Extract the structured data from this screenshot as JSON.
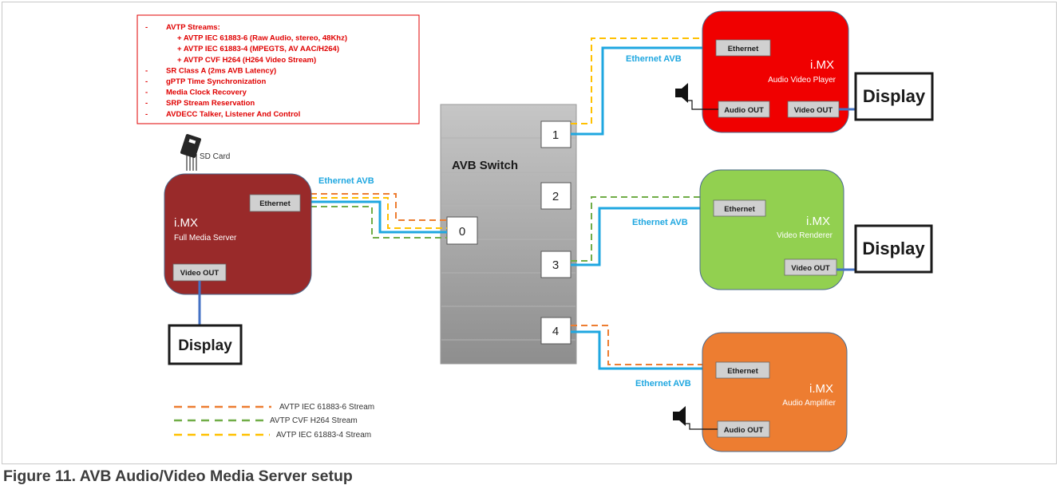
{
  "caption": "Figure 11.  AVB Audio/Video Media Server setup",
  "info_box": {
    "lines": [
      {
        "bullet": "-",
        "text": "AVTP Streams:",
        "indent": false
      },
      {
        "bullet": "",
        "text": "+ AVTP IEC 61883-6 (Raw Audio, stereo, 48Khz)",
        "indent": true
      },
      {
        "bullet": "",
        "text": "+ AVTP IEC 61883-4 (MPEGTS, AV AAC/H264)",
        "indent": true
      },
      {
        "bullet": "",
        "text": "+ AVTP CVF H264 (H264 Video Stream)",
        "indent": true
      },
      {
        "bullet": "-",
        "text": "SR Class A (2ms AVB Latency)",
        "indent": false
      },
      {
        "bullet": "-",
        "text": "gPTP Time Synchronization",
        "indent": false
      },
      {
        "bullet": "-",
        "text": "Media Clock Recovery",
        "indent": false
      },
      {
        "bullet": "-",
        "text": "SRP Stream Reservation",
        "indent": false
      },
      {
        "bullet": "-",
        "text": "AVDECC Talker, Listener And Control",
        "indent": false
      }
    ]
  },
  "sd_card_label": "SD Card",
  "switch": {
    "title": "AVB Switch",
    "ports": [
      "0",
      "1",
      "2",
      "3",
      "4"
    ]
  },
  "link_label": "Ethernet AVB",
  "devices": {
    "server": {
      "brand": "i.MX",
      "role": "Full Media Server",
      "ethernet": "Ethernet",
      "video_out": "Video OUT",
      "color": "#992a2a"
    },
    "player": {
      "brand": "i.MX",
      "role": "Audio Video Player",
      "ethernet": "Ethernet",
      "audio_out": "Audio OUT",
      "video_out": "Video OUT",
      "color": "#f00000"
    },
    "renderer": {
      "brand": "i.MX",
      "role": "Video Renderer",
      "ethernet": "Ethernet",
      "video_out": "Video OUT",
      "color": "#92d050"
    },
    "amplifier": {
      "brand": "i.MX",
      "role": "Audio Amplifier",
      "ethernet": "Ethernet",
      "audio_out": "Audio OUT",
      "color": "#ed7d31"
    }
  },
  "display_label": "Display",
  "legend": [
    {
      "label": "AVTP IEC 61883-6 Stream",
      "color": "#ed7d31"
    },
    {
      "label": "AVTP CVF H264 Stream",
      "color": "#70ad47"
    },
    {
      "label": "AVTP IEC 61883-4 Stream",
      "color": "#ffc000"
    }
  ],
  "colors": {
    "ethernet_link": "#1fa7e0",
    "video_link": "#4472c4",
    "label_blue": "#1fa7e0",
    "info_red": "#e00000"
  }
}
